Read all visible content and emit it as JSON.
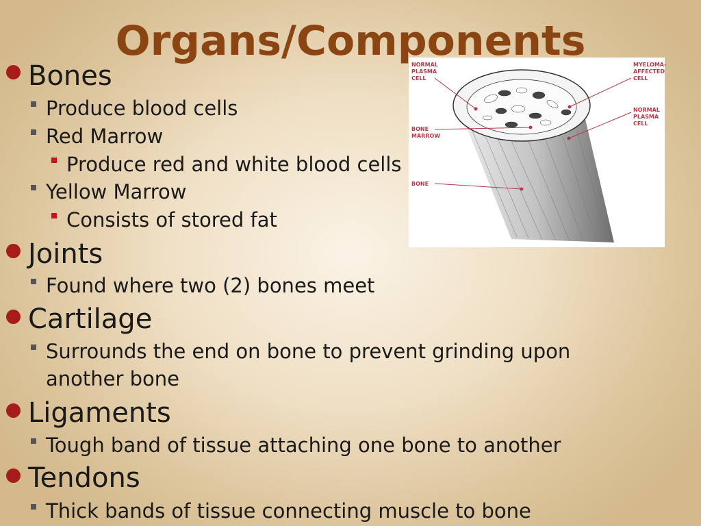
{
  "slide": {
    "title": "Organs/Components",
    "items": [
      {
        "heading": "Bones",
        "subs": [
          {
            "text": "Produce blood cells",
            "subs": []
          },
          {
            "text": "Red Marrow",
            "subs": [
              "Produce red and white blood cells"
            ]
          },
          {
            "text": "Yellow Marrow",
            "subs": [
              "Consists of stored fat"
            ]
          }
        ]
      },
      {
        "heading": "Joints",
        "subs": [
          {
            "text": "Found where two (2) bones meet"
          }
        ]
      },
      {
        "heading": "Cartilage",
        "subs": [
          {
            "text": "Surrounds the end on bone to prevent grinding upon another bone"
          }
        ]
      },
      {
        "heading": "Ligaments",
        "subs": [
          {
            "text": "Tough band of tissue attaching one bone to another"
          }
        ]
      },
      {
        "heading": "Tendons",
        "subs": [
          {
            "text": "Thick bands of tissue connecting muscle to bone"
          }
        ]
      }
    ]
  },
  "figure": {
    "labels": {
      "normal_plasma_left": "NORMAL\nPLASMA\nCELL",
      "myeloma": "MYELOMA-\nAFFECTED\nCELL",
      "normal_plasma_right": "NORMAL\nPLASMA\nCELL",
      "bone_marrow": "BONE\nMARROW",
      "bone": "BONE"
    }
  },
  "colors": {
    "title": "#8b4513",
    "bullet1": "#a61c1c",
    "bullet2": "#555555",
    "bullet3": "#c0171e",
    "label": "#b23a48"
  }
}
